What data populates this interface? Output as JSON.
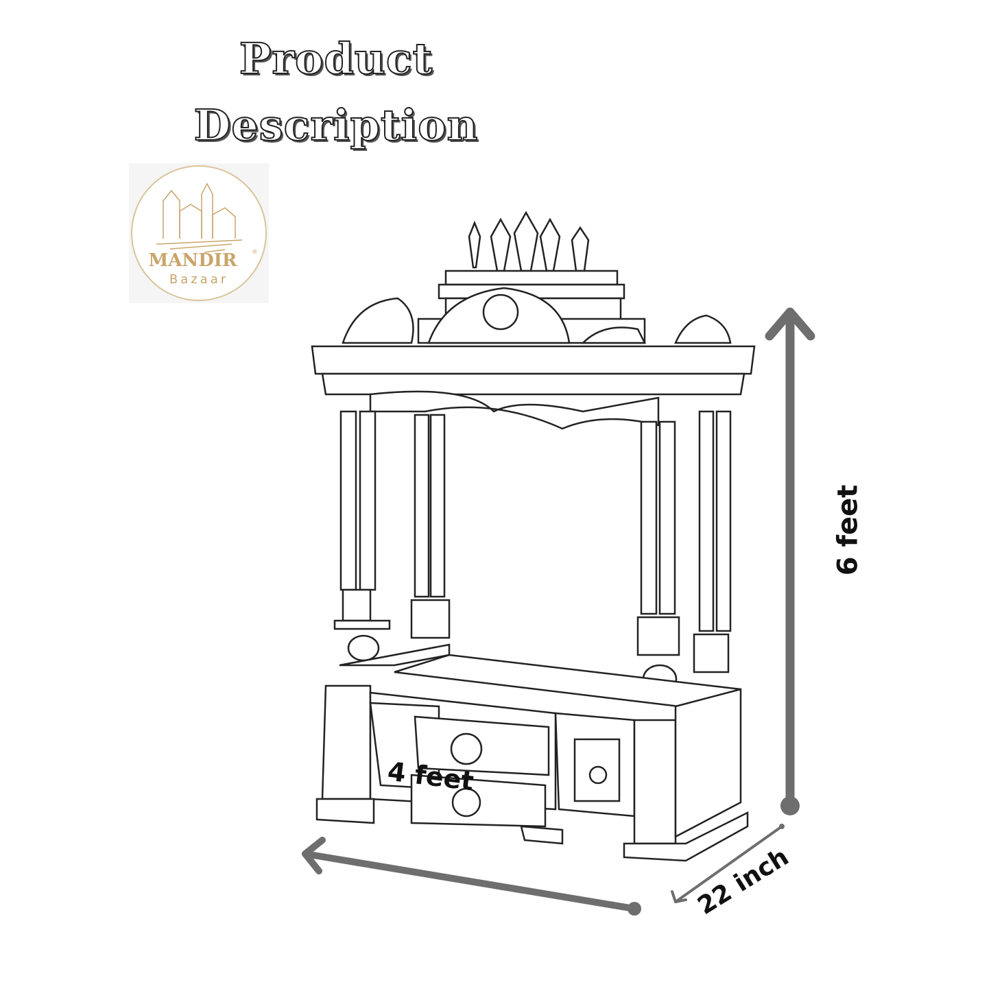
{
  "heading": {
    "line1": "Product",
    "line2": "Description"
  },
  "logo": {
    "brand": "MANDIR",
    "sub": "Bazaar",
    "mark": "®"
  },
  "dimensions": {
    "height": "6 feet",
    "width": "4 feet",
    "depth": "22 inch"
  },
  "colors": {
    "arrow": "#6e6e6e",
    "line": "#222222",
    "logo_gold": "#c9a46a"
  }
}
